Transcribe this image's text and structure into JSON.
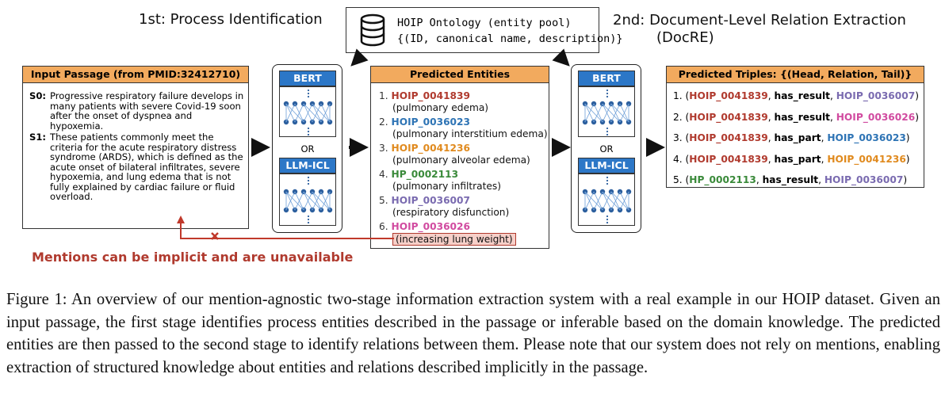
{
  "stage1_title": "1st: Process Identification",
  "stage2_title_line1": "2nd: Document-Level Relation Extraction",
  "stage2_title_line2": "(DocRE)",
  "ontology": {
    "line1": "HOIP Ontology (entity pool)",
    "line2": "{(ID, canonical name, description)}",
    "icon": "database-icon"
  },
  "input_passage": {
    "header": "Input Passage (from PMID:32412710)",
    "sentences": [
      {
        "id": "S0:",
        "text": "Progressive respiratory failure develops in many patients with severe Covid-19 soon after the onset of dyspnea and hypoxemia."
      },
      {
        "id": "S1:",
        "text": "These patients commonly meet the criteria for the acute respiratory distress syndrome (ARDS), which is defined as the acute onset of bilateral infiltrates, severe hypoxemia, and lung edema that is not fully explained by cardiac failure or fluid overload."
      }
    ]
  },
  "model1": {
    "top_label": "BERT",
    "or": "OR",
    "bottom_label": "LLM-ICL"
  },
  "model2": {
    "top_label": "BERT",
    "or": "OR",
    "bottom_label": "LLM-ICL"
  },
  "predicted_entities": {
    "header": "Predicted Entities",
    "items": [
      {
        "num": "1.",
        "id": "HOIP_0041839",
        "name": "(pulmonary edema)",
        "color": "#b03a2e"
      },
      {
        "num": "2.",
        "id": "HOIP_0036023",
        "name": "(pulmonary interstitium edema)",
        "color": "#2e74b5"
      },
      {
        "num": "3.",
        "id": "HOIP_0041236",
        "name": "(pulmonary alveolar edema)",
        "color": "#e08a1e"
      },
      {
        "num": "4.",
        "id": "HP_0002113",
        "name": "(pulmonary infiltrates)",
        "color": "#3a8a3a"
      },
      {
        "num": "5.",
        "id": "HOIP_0036007",
        "name": "(respiratory disfunction)",
        "color": "#7a6bb0"
      },
      {
        "num": "6.",
        "id": "HOIP_0036026",
        "name": "(increasing lung weight)",
        "color": "#d14ba0"
      }
    ]
  },
  "predicted_triples": {
    "header": "Predicted Triples: {(Head, Relation, Tail)}",
    "items": [
      {
        "num": "1.",
        "head": "HOIP_0041839",
        "head_color": "#b03a2e",
        "rel": "has_result",
        "tail": "HOIP_0036007",
        "tail_color": "#7a6bb0"
      },
      {
        "num": "2.",
        "head": "HOIP_0041839",
        "head_color": "#b03a2e",
        "rel": "has_result",
        "tail": "HOIP_0036026",
        "tail_color": "#d14ba0"
      },
      {
        "num": "3.",
        "head": "HOIP_0041839",
        "head_color": "#b03a2e",
        "rel": "has_part",
        "tail": "HOIP_0036023",
        "tail_color": "#2e74b5"
      },
      {
        "num": "4.",
        "head": "HOIP_0041839",
        "head_color": "#b03a2e",
        "rel": "has_part",
        "tail": "HOIP_0041236",
        "tail_color": "#e08a1e"
      },
      {
        "num": "5.",
        "head": "HP_0002113",
        "head_color": "#3a8a3a",
        "rel": "has_result",
        "tail": "HOIP_0036007",
        "tail_color": "#7a6bb0"
      }
    ]
  },
  "mentions_note": "Mentions can be implicit and are unavailable",
  "caption": "Figure 1: An overview of our mention-agnostic two-stage information extraction system with a real example in our HOIP dataset. Given an input passage, the first stage identifies process entities described in the passage or inferable based on the domain knowledge. The predicted entities are then passed to the second stage to identify relations between them. Please note that our system does not rely on mentions, enabling extraction of structured knowledge about entities and relations described implicitly in the passage.",
  "colors": {
    "header_orange": "#f2aa5e",
    "model_blue": "#2c77c7",
    "note_red": "#b03a2e"
  }
}
